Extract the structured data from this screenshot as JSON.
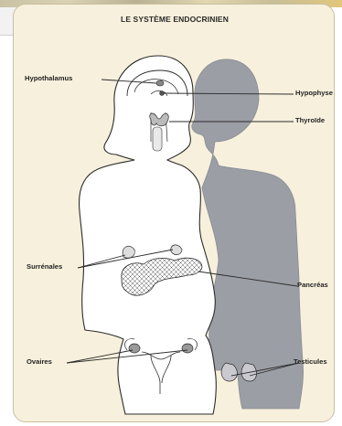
{
  "diagram": {
    "title": "LE SYSTÈME ENDOCRINIEN",
    "labels": {
      "hypothalamus": "Hypothalamus",
      "hypophyse": "Hypophyse",
      "thyroide": "Thyroïde",
      "pancreas": "Pancréas",
      "surrenales": "Surrénales",
      "ovaires": "Ovaires",
      "testicules": "Testicules"
    }
  },
  "colors": {
    "panel_background": "#f7f0dc",
    "female_figure": "#ffffff",
    "male_silhouette": "#9c9ea6",
    "outline": "#2b2b2b"
  }
}
